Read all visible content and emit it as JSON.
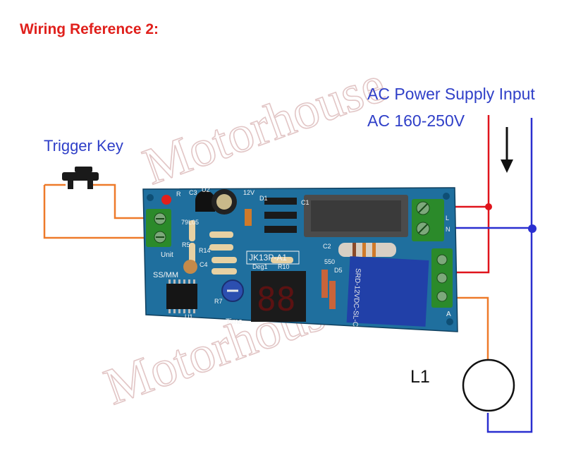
{
  "title": "Wiring Reference 2:",
  "power": {
    "line1": "AC Power Supply Input",
    "line2": "AC 160-250V"
  },
  "trigger": {
    "label": "Trigger Key"
  },
  "load": {
    "label": "L1"
  },
  "watermark": {
    "text": "Motorhouse"
  },
  "board": {
    "model": "JK13P-A1",
    "labels": {
      "unit": "Unit",
      "ss_mm": "SS/MM",
      "time": "Time",
      "relay": "SRD-12VDC-SL-C",
      "v12": "12V",
      "c1": "C1",
      "c2": "C2",
      "c3": "C3",
      "c4": "C4",
      "d1": "D1",
      "d5": "D5",
      "deg1": "Deg1",
      "u1": "U1",
      "u2": "U2",
      "u3": "79L05",
      "r": "R",
      "r5": "R5",
      "r7": "R7",
      "r10": "R10",
      "r14": "R14",
      "q550": "550",
      "a": "A",
      "n": "N",
      "l": "L"
    }
  },
  "colors": {
    "title": "#e0201c",
    "label_blue": "#2f3fc8",
    "wire_red": "#e0141c",
    "wire_blue": "#2a2fd0",
    "wire_orange": "#ee7a2a",
    "pcb": "#1f6f9e",
    "terminal": "#2b8a2a",
    "watermark": "#e2c6c6"
  }
}
